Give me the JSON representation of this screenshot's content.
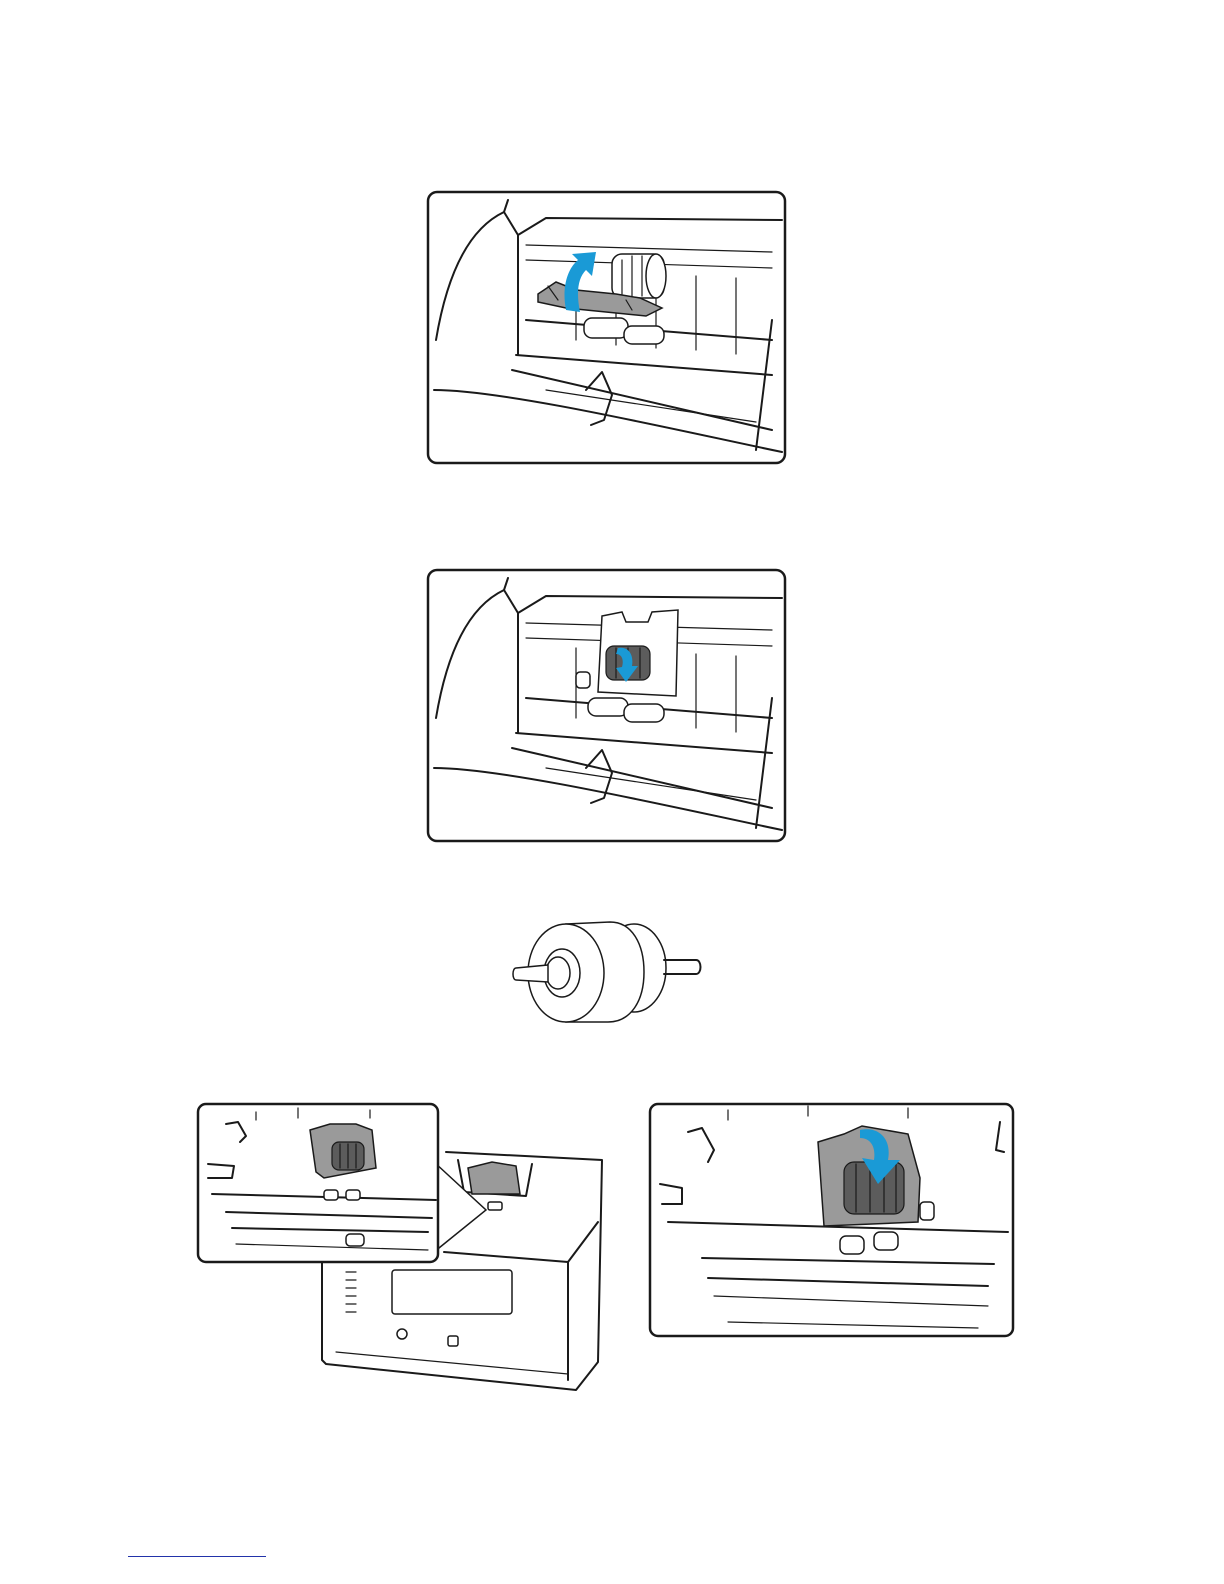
{
  "page": {
    "figures": [
      {
        "name": "open-roller-cover-figure",
        "arrow": "up",
        "arrow_color": "#1a9ad6"
      },
      {
        "name": "rotate-roller-figure",
        "arrow": "down",
        "arrow_color": "#1a9ad6"
      },
      {
        "name": "feed-roller-part-figure"
      },
      {
        "name": "roller-location-callout-figure"
      },
      {
        "name": "close-roller-cover-figure",
        "arrow": "down",
        "arrow_color": "#1a9ad6"
      }
    ],
    "footnote_rule_color": "#2233aa"
  }
}
